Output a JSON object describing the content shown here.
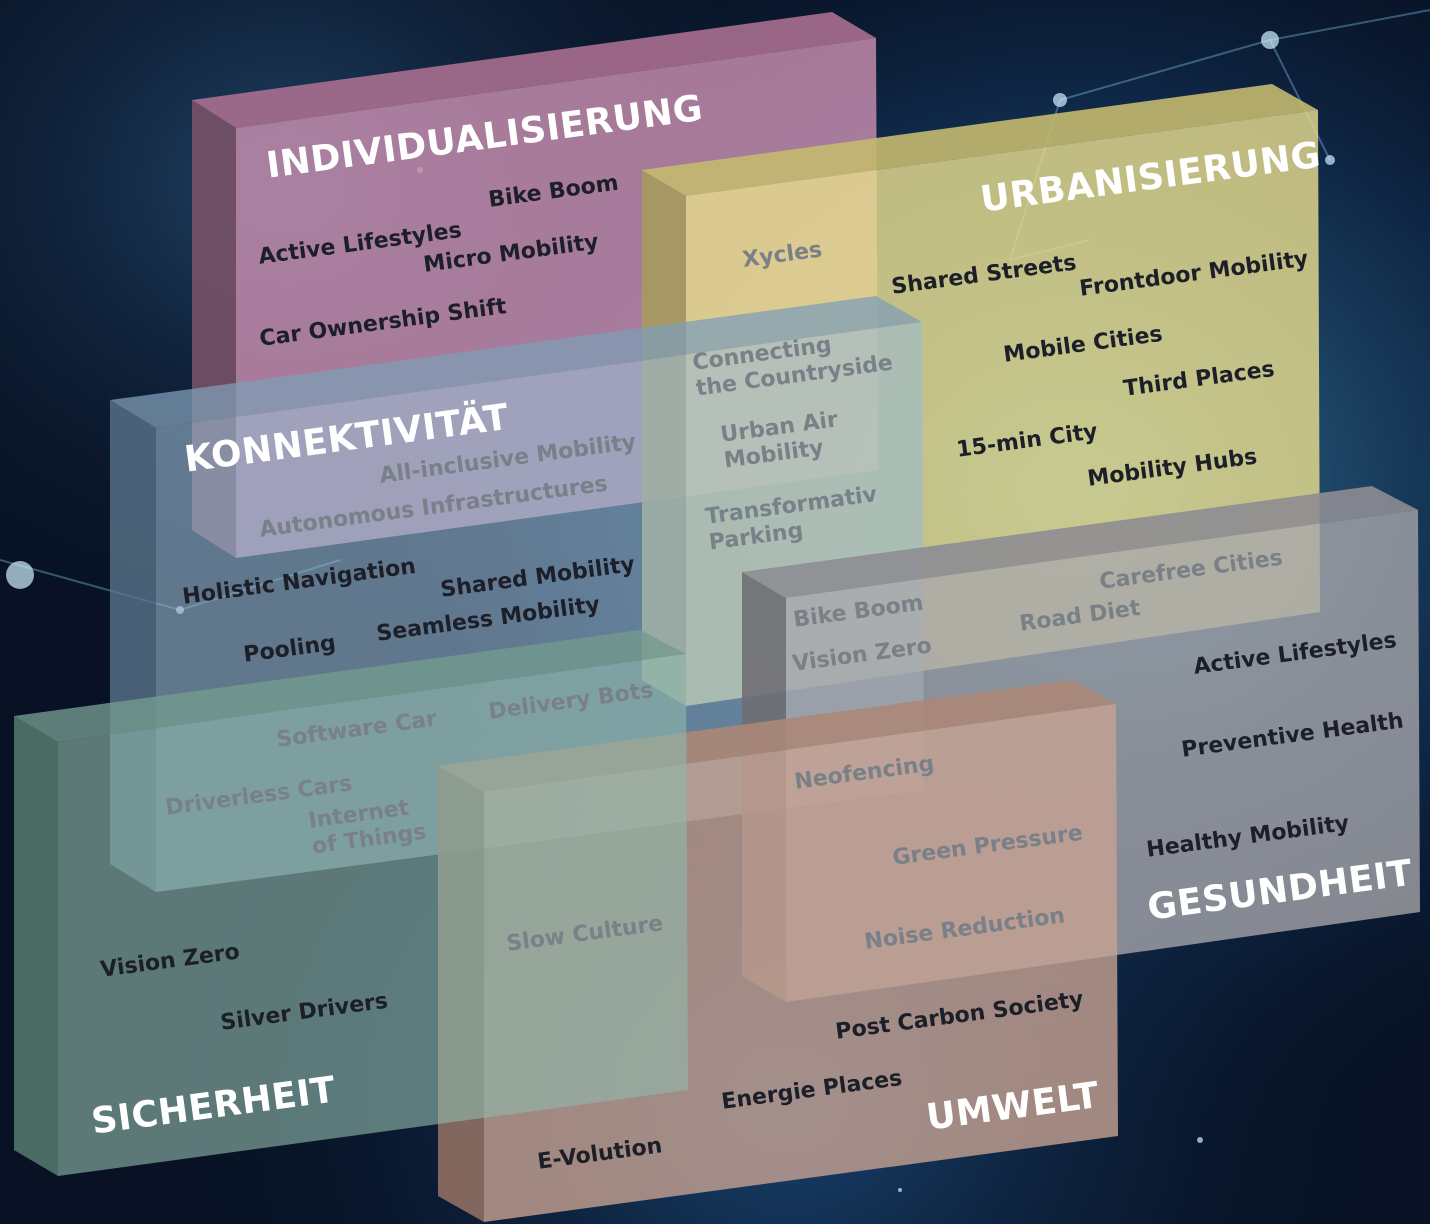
{
  "clusters": {
    "individualisierung": {
      "title": "INDIVIDUALISIERUNG",
      "items": [
        "Bike Boom",
        "Active Lifestyles",
        "Micro Mobility",
        "Car Ownership Shift"
      ]
    },
    "urbanisierung": {
      "title": "URBANISIERUNG",
      "items": [
        "Xycles",
        "Shared Streets",
        "Frontdoor Mobility",
        "Mobile Cities",
        "Third Places",
        "15-min City",
        "Mobility Hubs",
        "Connecting\nthe Countryside",
        "Urban Air\nMobility",
        "Transformativ\nParking"
      ]
    },
    "konnektivitaet": {
      "title": "KONNEKTIVITÄT",
      "items": [
        "All-inclusive Mobility",
        "Autonomous Infrastructures",
        "Holistic Navigation",
        "Shared Mobility",
        "Pooling",
        "Seamless Mobility"
      ]
    },
    "gesundheit": {
      "title": "GESUNDHEIT",
      "items": [
        "Bike Boom",
        "Vision Zero",
        "Carefree Cities",
        "Road Diet",
        "Active Lifestyles",
        "Preventive Health",
        "Healthy Mobility",
        "Neofencing",
        "Green Pressure",
        "Noise Reduction"
      ]
    },
    "sicherheit": {
      "title": "SICHERHEIT",
      "items": [
        "Software Car",
        "Delivery Bots",
        "Driverless Cars",
        "Internet\nof Things",
        "Vision Zero",
        "Silver Drivers"
      ]
    },
    "umwelt": {
      "title": "UMWELT",
      "items": [
        "Slow Culture",
        "Post Carbon Society",
        "Energie Places",
        "E-Volution"
      ]
    }
  },
  "colors": {
    "individualisierung": "#c98fb0",
    "urbanisierung": "#e6dc8e",
    "konnektivitaet": "#9bbad2",
    "gesundheit": "#a9a8ac",
    "sicherheit": "#8fb8ab",
    "umwelt": "#c7a292",
    "title_text": "#ffffff",
    "item_text": "#1d1f28",
    "dim_text": "#7a8088"
  }
}
